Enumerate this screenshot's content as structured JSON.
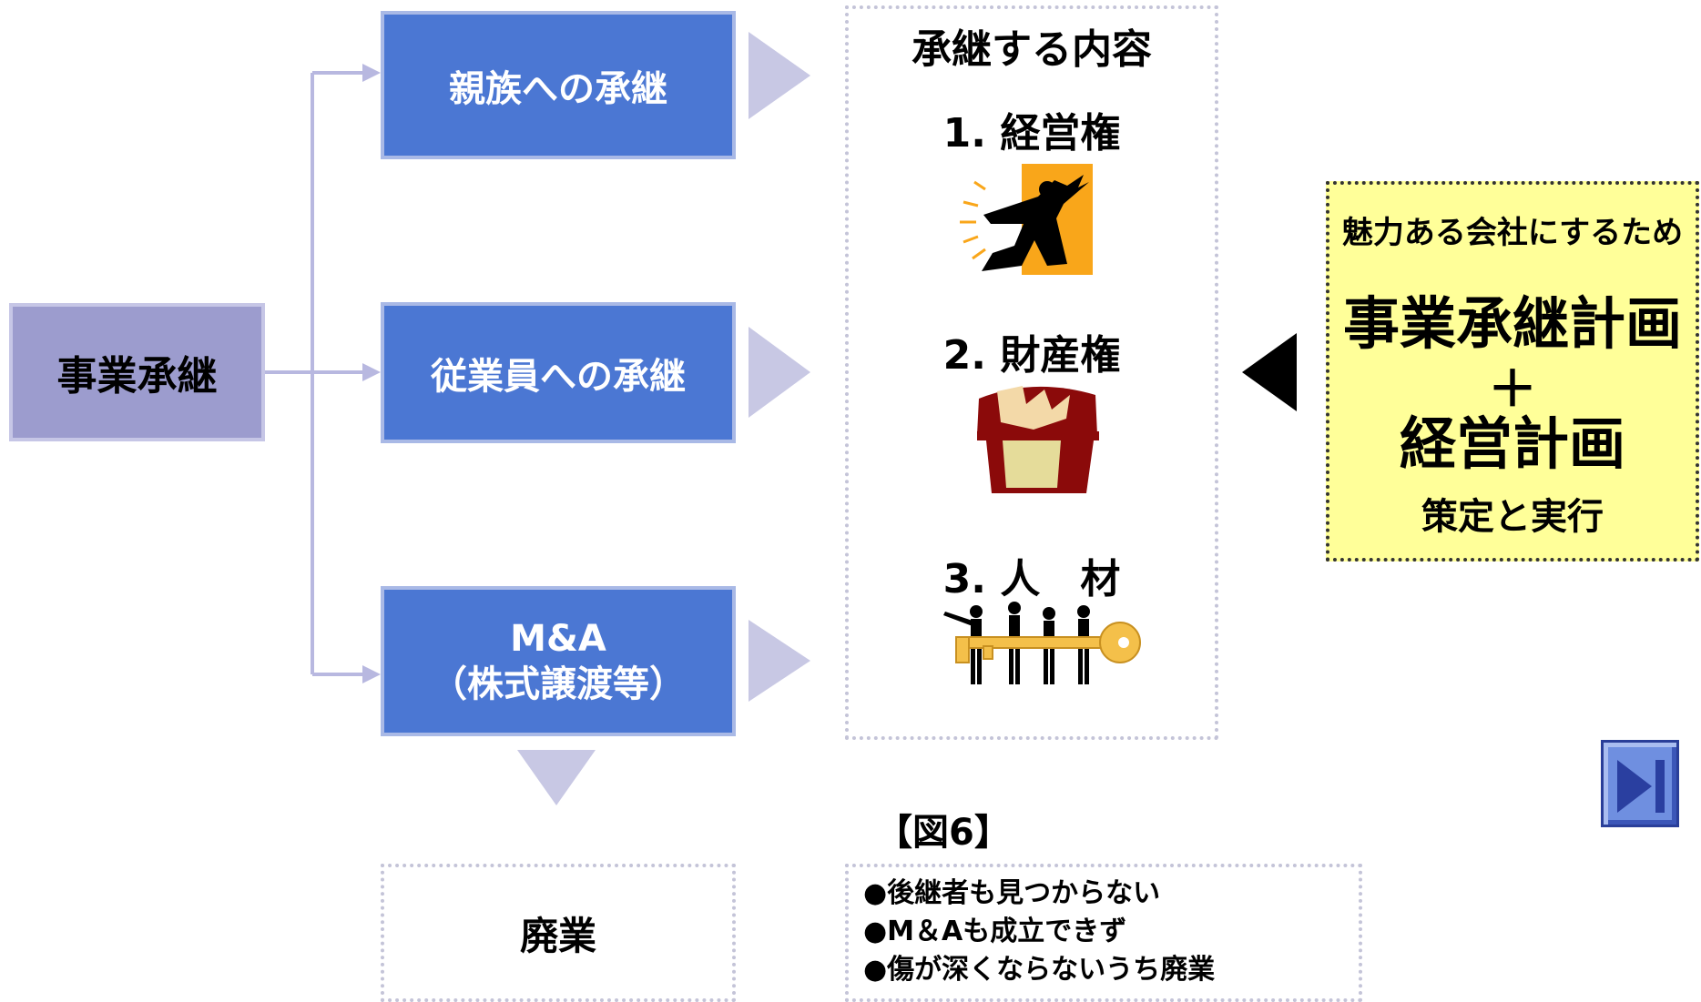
{
  "root": {
    "label": "事業承継"
  },
  "branches": [
    {
      "label": "親族への承継"
    },
    {
      "label": "従業員への承継"
    },
    {
      "label": "M&A",
      "sublabel": "（株式譲渡等）"
    }
  ],
  "content_panel": {
    "title": "承継する内容",
    "items": [
      {
        "label": "1. 経営権",
        "icon": "authority-figure-icon"
      },
      {
        "label": "2. 財産権",
        "icon": "treasure-chest-icon"
      },
      {
        "label": "3. 人　材",
        "icon": "people-carrying-key-icon"
      }
    ]
  },
  "plan_box": {
    "caption": "魅力ある会社にするため",
    "main": "事業承継計画",
    "plus": "＋",
    "sub": "経営計画",
    "action": "策定と実行"
  },
  "figure_label": "【図6】",
  "closure": {
    "label": "廃業",
    "notes": [
      "●後継者も見つからない",
      "●M＆Aも成立できず",
      "●傷が深くならないうち廃業"
    ]
  },
  "colors": {
    "root_fill": "#9c9cce",
    "branch_fill": "#4b77d3",
    "arrow_fill": "#c8c8e4",
    "plan_fill": "#ffff99"
  },
  "nav": {
    "icon": "skip-next-icon"
  }
}
